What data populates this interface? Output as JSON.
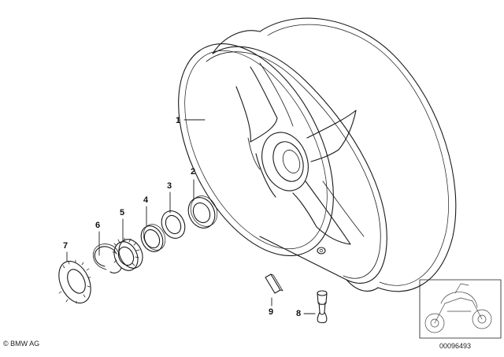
{
  "diagram": {
    "callouts": [
      {
        "id": "1",
        "label": "1"
      },
      {
        "id": "2",
        "label": "2"
      },
      {
        "id": "3",
        "label": "3"
      },
      {
        "id": "4",
        "label": "4"
      },
      {
        "id": "5",
        "label": "5"
      },
      {
        "id": "6",
        "label": "6"
      },
      {
        "id": "7",
        "label": "7"
      },
      {
        "id": "8",
        "label": "8"
      },
      {
        "id": "9",
        "label": "9"
      }
    ],
    "copyright": "© BMW AG",
    "diagram_number": "00096493",
    "line_color": "#1a1a1a"
  }
}
